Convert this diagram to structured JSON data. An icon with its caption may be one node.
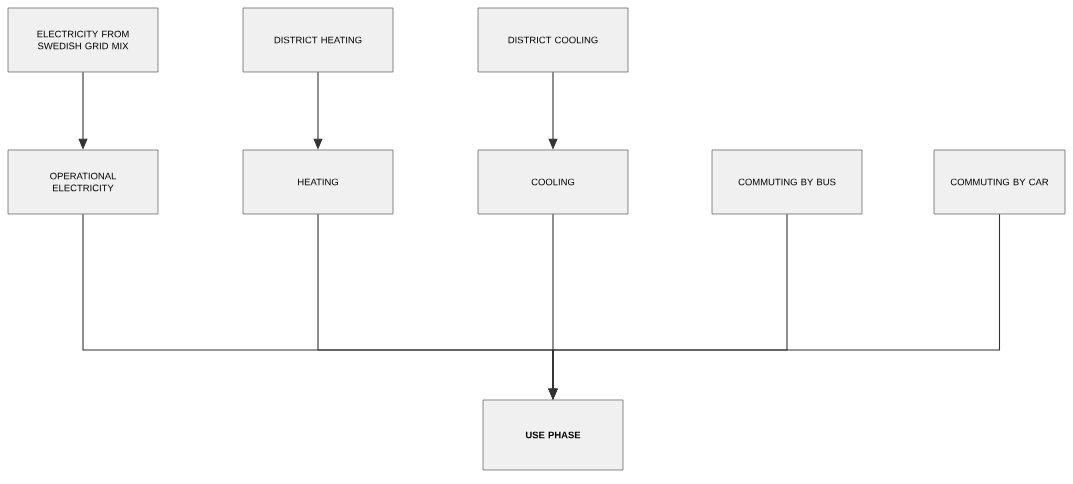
{
  "diagram": {
    "nodes": [
      {
        "text": [
          "ELECTRICITY FROM SWEDISH GRID MIX"
        ]
      },
      {
        "text": [
          "DISTRICT HEATING"
        ]
      },
      {
        "text": [
          "DISTRICT COOLING"
        ]
      },
      {
        "text": [
          "OPERATIONAL ELECTRICITY"
        ]
      },
      {
        "text": [
          "HEATING"
        ]
      },
      {
        "text": [
          "COOLING"
        ]
      },
      {
        "text": [
          "COMMUTING BY BUS"
        ]
      },
      {
        "text": [
          "COMMUTING BY CAR"
        ]
      },
      {
        "text": [
          "USE PHASE"
        ]
      }
    ],
    "edges": [
      {
        "from": 0,
        "to": 3,
        "arrow": "to"
      },
      {
        "from": 1,
        "to": 4,
        "arrow": "to"
      },
      {
        "from": 2,
        "to": 5,
        "arrow": "to"
      },
      {
        "from": 3,
        "to": 8,
        "arrow": "to"
      },
      {
        "from": 4,
        "to": 8,
        "arrow": "to"
      },
      {
        "from": 5,
        "to": 8,
        "arrow": "to"
      },
      {
        "from": 6,
        "to": 8,
        "arrow": "to"
      },
      {
        "from": 7,
        "to": 8,
        "arrow": "to"
      }
    ]
  }
}
